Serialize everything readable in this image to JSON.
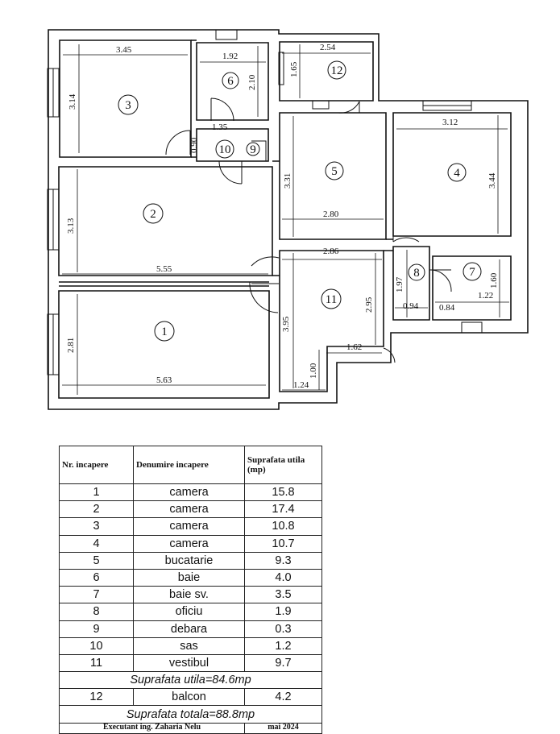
{
  "floorplan": {
    "rooms": [
      {
        "id": "1",
        "label": "1"
      },
      {
        "id": "2",
        "label": "2"
      },
      {
        "id": "3",
        "label": "3"
      },
      {
        "id": "4",
        "label": "4"
      },
      {
        "id": "5",
        "label": "5"
      },
      {
        "id": "6",
        "label": "6"
      },
      {
        "id": "7",
        "label": "7"
      },
      {
        "id": "8",
        "label": "8"
      },
      {
        "id": "9",
        "label": "9"
      },
      {
        "id": "10",
        "label": "10"
      },
      {
        "id": "11",
        "label": "11"
      },
      {
        "id": "12",
        "label": "12"
      }
    ],
    "dimensions": {
      "r3_w": "3.45",
      "r3_h": "3.14",
      "r6_w": "1.92",
      "r6_h": "2.10",
      "r12_w": "2.54",
      "r12_h": "1.65",
      "r10_w": "1.35",
      "r10_h": "0.90",
      "r5_h": "3.31",
      "r5_w": "2.80",
      "r4_w": "3.12",
      "r4_h": "3.44",
      "r2_h": "3.13",
      "r2_w": "5.55",
      "r11_top": "2.86",
      "r8_h": "1.97",
      "r8_w": "0.94",
      "r7_h": "1.60",
      "r7_w1": "1.22",
      "r7_w2": "0.84",
      "r11_h": "2.95",
      "r11_left": "3.95",
      "r11_w": "1.62",
      "r11_sub_h": "1.00",
      "r11_sub_w": "1.24",
      "r1_h": "2.81",
      "r1_w": "5.63"
    }
  },
  "table": {
    "headers": {
      "nr": "Nr. incapere",
      "name": "Denumire incapere",
      "area": "Suprafata utila (mp)"
    },
    "rows": [
      {
        "nr": "1",
        "name": "camera",
        "area": "15.8"
      },
      {
        "nr": "2",
        "name": "camera",
        "area": "17.4"
      },
      {
        "nr": "3",
        "name": "camera",
        "area": "10.8"
      },
      {
        "nr": "4",
        "name": "camera",
        "area": "10.7"
      },
      {
        "nr": "5",
        "name": "bucatarie",
        "area": "9.3"
      },
      {
        "nr": "6",
        "name": "baie",
        "area": "4.0"
      },
      {
        "nr": "7",
        "name": "baie sv.",
        "area": "3.5"
      },
      {
        "nr": "8",
        "name": "oficiu",
        "area": "1.9"
      },
      {
        "nr": "9",
        "name": "debara",
        "area": "0.3"
      },
      {
        "nr": "10",
        "name": "sas",
        "area": "1.2"
      },
      {
        "nr": "11",
        "name": "vestibul",
        "area": "9.7"
      }
    ],
    "utila_summary": "Suprafata utila=84.6mp",
    "balcon_row": {
      "nr": "12",
      "name": "balcon",
      "area": "4.2"
    },
    "totala_summary": "Suprafata totala=88.8mp",
    "footer_left": "Executant ing. Zaharia Nelu",
    "footer_right": "mai 2024"
  }
}
